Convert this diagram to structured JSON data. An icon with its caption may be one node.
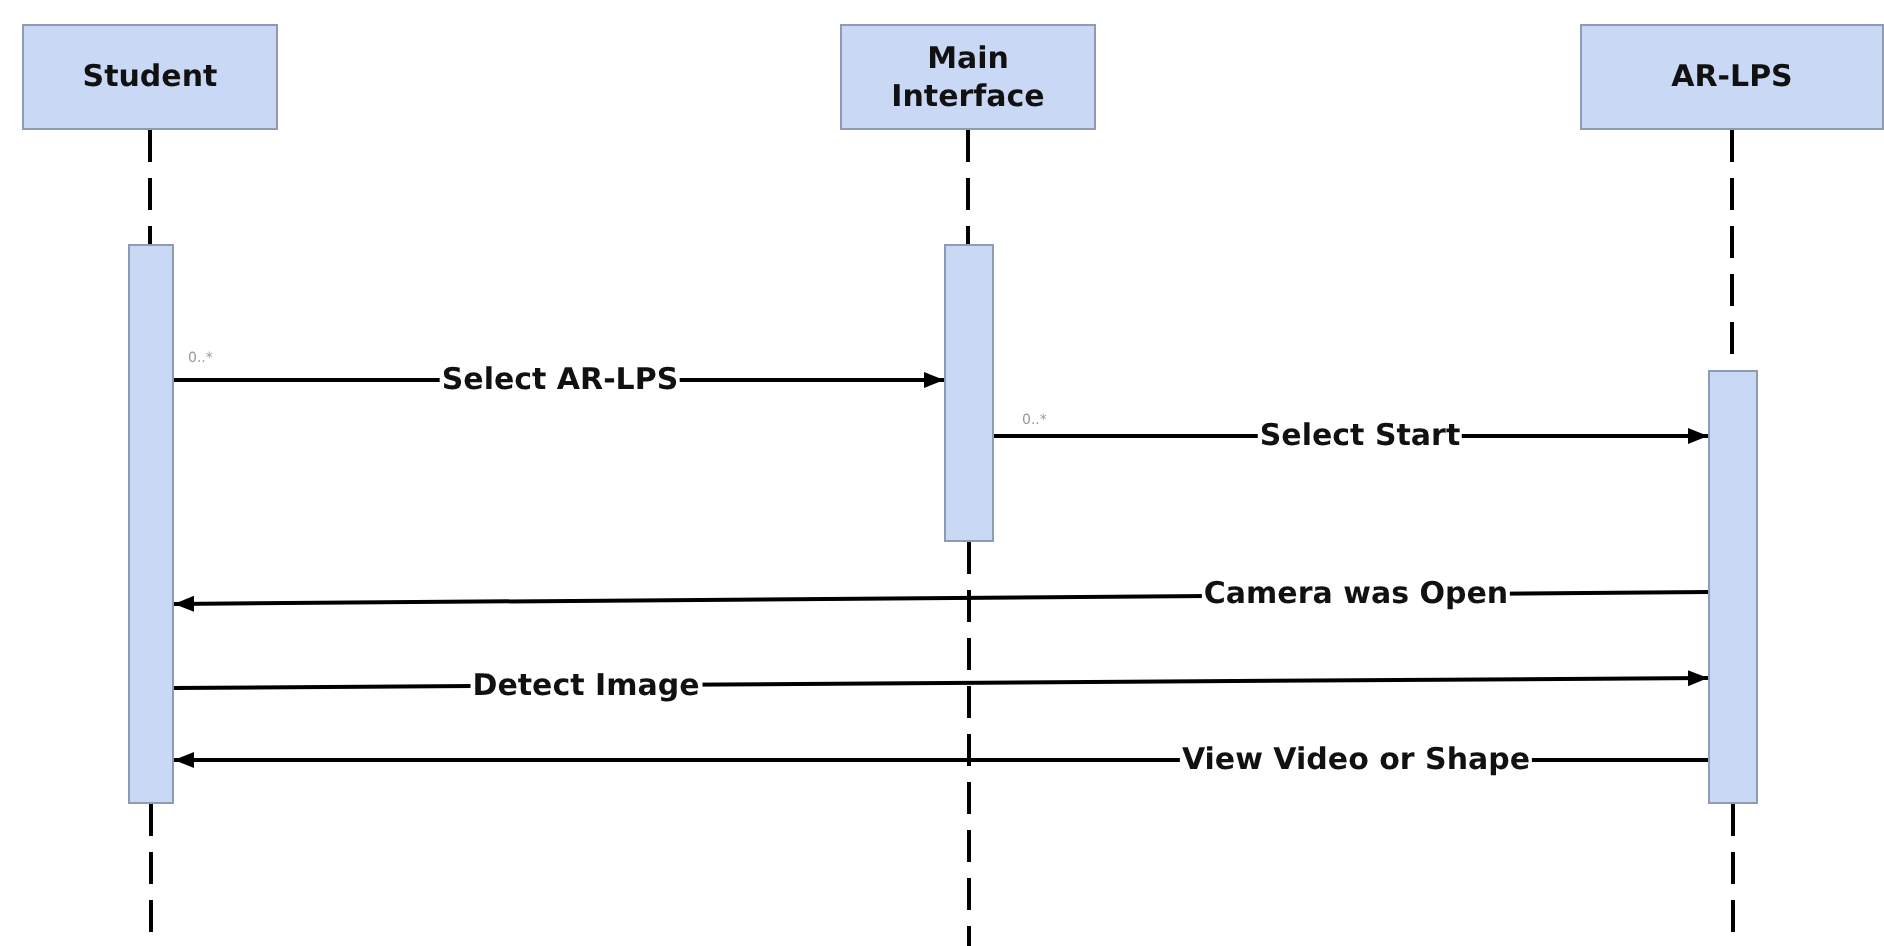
{
  "diagram": {
    "nodes": [
      {
        "text": [
          "Student"
        ]
      },
      {
        "text": [
          "Main Interface"
        ]
      },
      {
        "text": [
          "AR-LPS"
        ]
      },
      {
        "text": [],
        "shape": "bar"
      },
      {
        "text": [],
        "shape": "bar"
      },
      {
        "text": [],
        "shape": "bar"
      }
    ],
    "edges": [
      {
        "from": 0,
        "to": 3,
        "arrow": "none",
        "style": "dashed"
      },
      {
        "from": 1,
        "to": 4,
        "arrow": "none",
        "style": "dashed"
      },
      {
        "from": 2,
        "to": 5,
        "arrow": "none",
        "style": "dashed"
      },
      {
        "from": 3,
        "to": null,
        "arrow": "none",
        "style": "dashed"
      },
      {
        "from": 4,
        "to": null,
        "arrow": "none",
        "style": "dashed"
      },
      {
        "from": 5,
        "to": null,
        "arrow": "none",
        "style": "dashed"
      },
      {
        "from": 3,
        "to": 4,
        "label": "Select AR-LPS",
        "arrow": "to"
      },
      {
        "from": 4,
        "to": 5,
        "label": "Select Start",
        "arrow": "to"
      },
      {
        "from": 5,
        "to": 3,
        "label": "Camera was Open",
        "arrow": "to"
      },
      {
        "from": 3,
        "to": 5,
        "label": "Detect Image",
        "arrow": "to"
      },
      {
        "from": 5,
        "to": 3,
        "label": "View Video or Shape",
        "arrow": "to"
      }
    ],
    "labels": [
      "0..*",
      "0..*"
    ]
  }
}
